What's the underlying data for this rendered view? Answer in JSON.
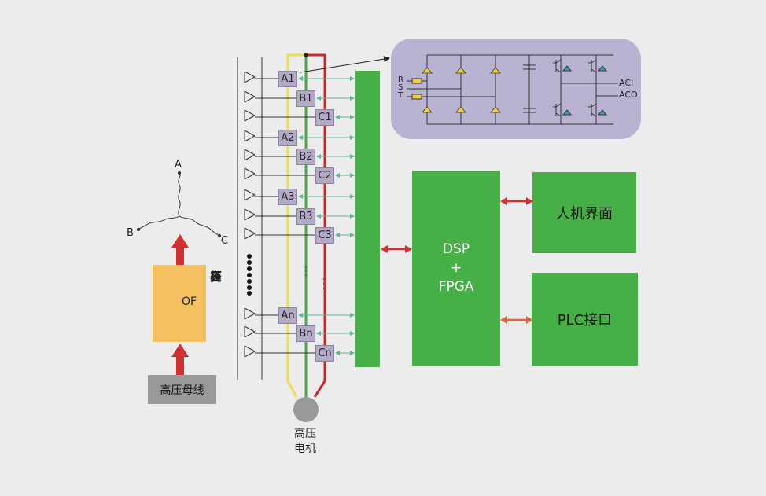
{
  "phases": {
    "a": "A",
    "b": "B",
    "c": "C"
  },
  "switchgear": {
    "label_chars": [
      "高",
      "压",
      "开",
      "关",
      "柜"
    ],
    "of_label": "OF"
  },
  "busbar": {
    "label": "高压母线"
  },
  "motor": {
    "line1": "高压",
    "line2": "电机"
  },
  "cells": [
    {
      "label": "A1",
      "phase": "A"
    },
    {
      "label": "B1",
      "phase": "B"
    },
    {
      "label": "C1",
      "phase": "C"
    },
    {
      "label": "A2",
      "phase": "A"
    },
    {
      "label": "B2",
      "phase": "B"
    },
    {
      "label": "C2",
      "phase": "C"
    },
    {
      "label": "A3",
      "phase": "A"
    },
    {
      "label": "B3",
      "phase": "B"
    },
    {
      "label": "C3",
      "phase": "C"
    },
    {
      "label": "An",
      "phase": "A"
    },
    {
      "label": "Bn",
      "phase": "B"
    },
    {
      "label": "Cn",
      "phase": "C"
    }
  ],
  "controller": {
    "line1": "DSP",
    "line2": "+",
    "line3": "FPGA"
  },
  "hmi": {
    "label": "人机界面"
  },
  "plc": {
    "label": "PLC接口"
  },
  "power_cell": {
    "inputs": [
      "R",
      "S",
      "T"
    ],
    "out1": "ACI",
    "out2": "ACO"
  },
  "colors": {
    "green": "#46b046",
    "yellow": "#e8e050",
    "line_green": "#4aa84a",
    "red": "#c92a2a",
    "orange_box": "#f5c060",
    "bus_gray": "#999999",
    "cell_purple": "#b3aac8",
    "detail_bg": "#b9b2d0",
    "arrow_teal": "#5ab89a",
    "accent_red": "#d03030",
    "accent_orange": "#e06040"
  }
}
